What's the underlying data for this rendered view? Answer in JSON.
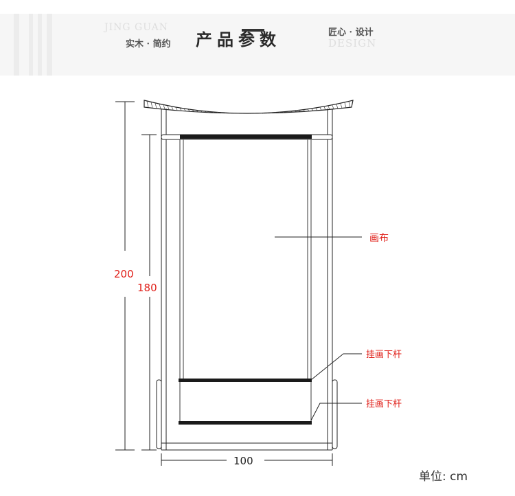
{
  "header": {
    "ghost_left": "JING GUAN",
    "sub_left": "实木 · 简约",
    "title": "产品参数",
    "sub_right": "匠心 · 设计",
    "ghost_right": "DESIGN"
  },
  "dimensions": {
    "total_height": "200",
    "frame_height": "180",
    "width": "100"
  },
  "labels": {
    "canvas": "画布",
    "rod_upper": "挂画下杆",
    "rod_lower": "挂画下杆"
  },
  "unit": "单位: cm",
  "colors": {
    "annotation": "#e0201a",
    "line": "#222222",
    "banner": "#f6f6f6"
  }
}
